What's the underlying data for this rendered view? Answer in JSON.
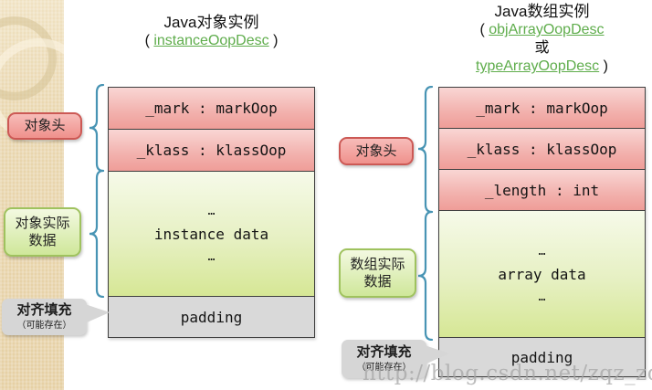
{
  "watermark": "http://blog.csdn.net/zqz_zqz",
  "left": {
    "title": "Java对象实例",
    "sub_open": "( ",
    "sub_link": "instanceOopDesc",
    "sub_close": " )",
    "row_mark": "_mark : markOop",
    "row_klass": "_klass : klassOop",
    "dots_top": "…",
    "data_label": "instance data",
    "dots_bottom": "…",
    "padding_label": "padding",
    "tag_header": "对象头",
    "tag_data_1": "对象实际",
    "tag_data_2": "数据",
    "tag_pad_1": "对齐填充",
    "tag_pad_2": "（可能存在）"
  },
  "right": {
    "title": "Java数组实例",
    "sub_open": "( ",
    "sub_link1": "objArrayOopDesc",
    "sub_or": "或",
    "sub_link2": "typeArrayOopDesc",
    "sub_close": " )",
    "row_mark": "_mark : markOop",
    "row_klass": "_klass : klassOop",
    "row_length": "_length : int",
    "dots_top": "…",
    "data_label": "array data",
    "dots_bottom": "…",
    "padding_label": "padding",
    "tag_header": "对象头",
    "tag_data_1": "数组实际",
    "tag_data_2": "数据",
    "tag_pad_1": "对齐填充",
    "tag_pad_2": "（可能存在）"
  },
  "colors": {
    "header_row_pink": "#f2b1ad",
    "data_section_green": "#dcea9e",
    "padding_gray": "#d9d9d9",
    "brace_teal": "#4894b4",
    "link_green": "#5fad4c"
  }
}
